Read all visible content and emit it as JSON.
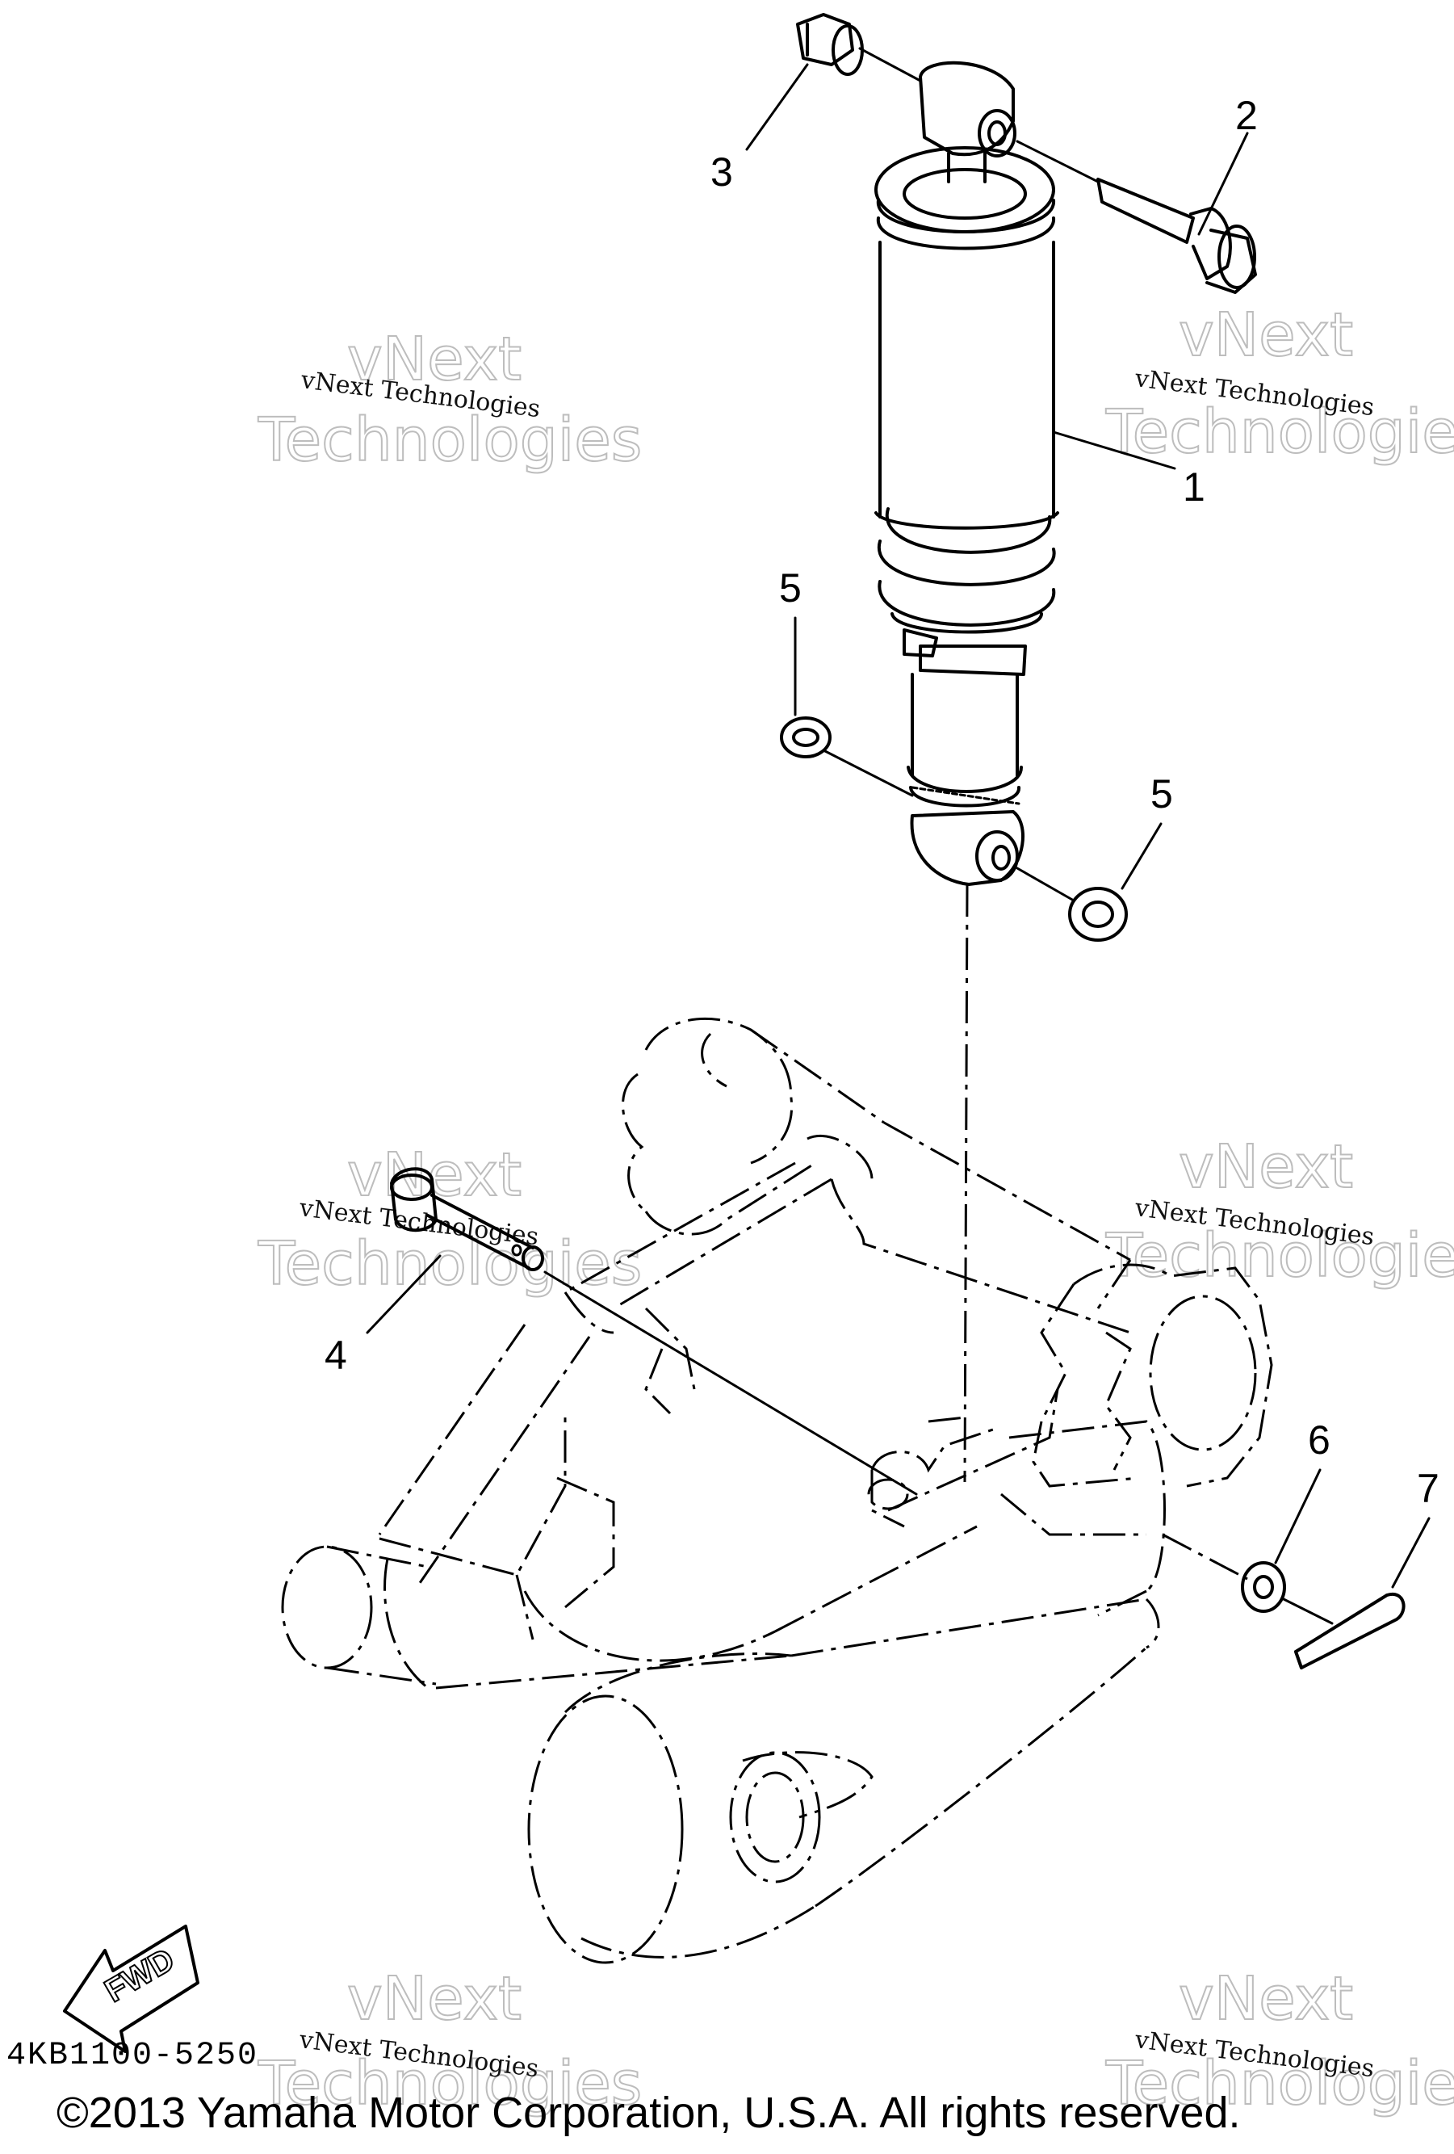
{
  "callouts": [
    {
      "id": "1",
      "label": "1"
    },
    {
      "id": "2",
      "label": "2"
    },
    {
      "id": "3",
      "label": "3"
    },
    {
      "id": "4",
      "label": "4"
    },
    {
      "id": "5a",
      "label": "5"
    },
    {
      "id": "5b",
      "label": "5"
    },
    {
      "id": "6",
      "label": "6"
    },
    {
      "id": "7",
      "label": "7"
    }
  ],
  "watermark": {
    "small_text": "vNext Technologies",
    "big_line1": "vNext",
    "big_line2": "Technologies"
  },
  "fwd_label": "FWD",
  "diagram_code": "4KB1100-5250",
  "copyright": "©2013 Yamaha Motor Corporation, U.S.A. All rights reserved."
}
